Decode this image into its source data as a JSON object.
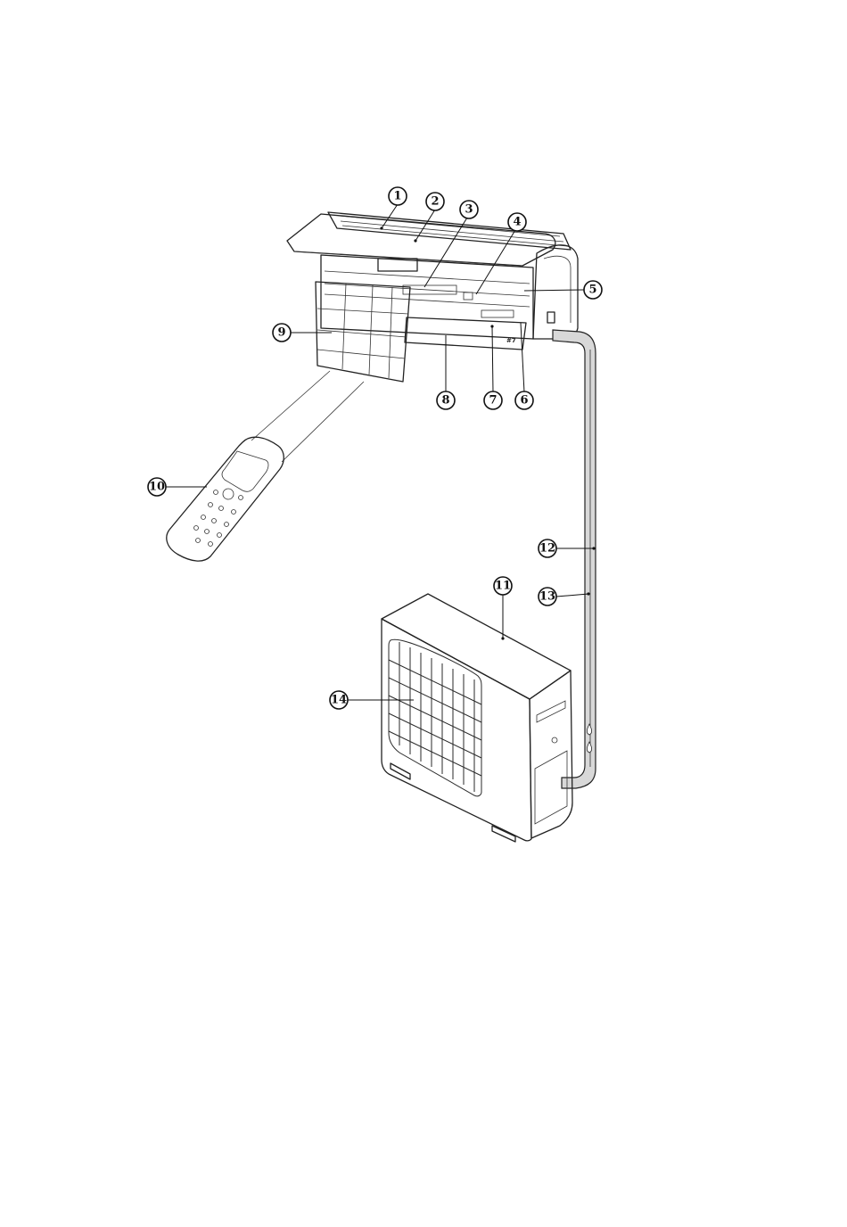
{
  "diagram": {
    "callouts": [
      {
        "id": "1",
        "label": "1"
      },
      {
        "id": "2",
        "label": "2"
      },
      {
        "id": "3",
        "label": "3"
      },
      {
        "id": "4",
        "label": "4"
      },
      {
        "id": "5",
        "label": "5"
      },
      {
        "id": "6",
        "label": "6"
      },
      {
        "id": "7",
        "label": "7"
      },
      {
        "id": "8",
        "label": "8"
      },
      {
        "id": "9",
        "label": "9"
      },
      {
        "id": "10",
        "label": "10"
      },
      {
        "id": "11",
        "label": "11"
      },
      {
        "id": "12",
        "label": "12"
      },
      {
        "id": "13",
        "label": "13"
      },
      {
        "id": "14",
        "label": "14"
      }
    ],
    "colors": {
      "line": "#222222",
      "background": "#ffffff",
      "pipe_fill": "#d8d8d8",
      "screen": "#e6e6e6"
    }
  }
}
